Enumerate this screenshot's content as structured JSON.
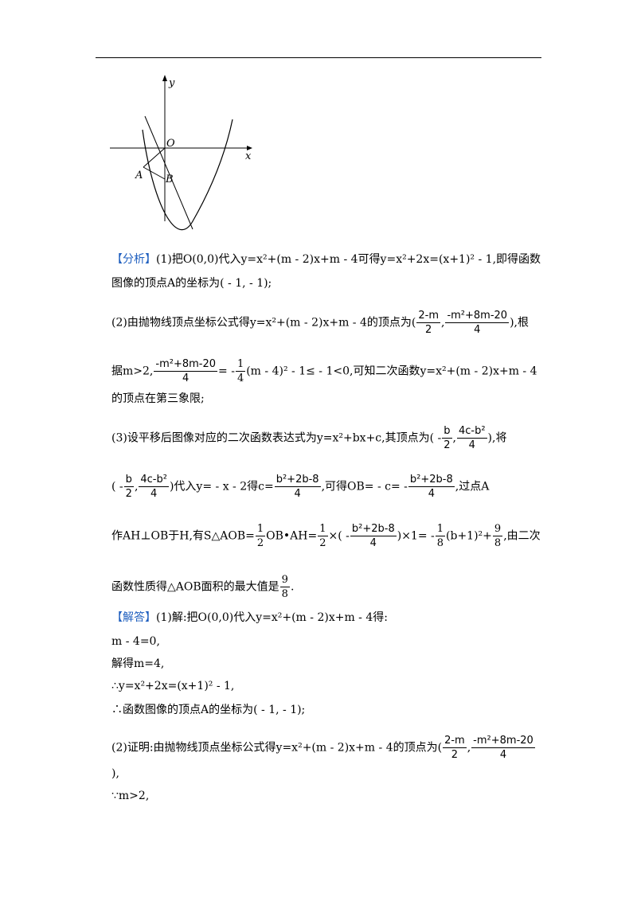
{
  "graph": {
    "label_y": "y",
    "label_x": "x",
    "label_o": "O",
    "label_a": "A",
    "label_b": "B"
  },
  "analysis": {
    "tag": "【分析】",
    "l1": "(1)把O(0,0)代入y=x²+(m - 2)x+m - 4可得y=x²+2x=(x+1)² - 1,即得函数",
    "l2": "图像的顶点A的坐标为( - 1, - 1);",
    "l3_pre": "(2)由抛物线顶点坐标公式得y=x²+(m - 2)x+m - 4的顶点为(",
    "l3_post": "),根",
    "l4_pre": "据m>2,",
    "l4_mid": "= -",
    "l4_post": "(m - 4)² - 1≤ - 1<0,可知二次函数y=x²+(m - 2)x+m - 4",
    "l5": "的顶点在第三象限;",
    "l6_pre": "(3)设平移后图像对应的二次函数表达式为y=x²+bx+c,其顶点为( -",
    "l6_post": "),将",
    "l7_pre": "( -",
    "l7_mid1": ")代入y= - x - 2得c=",
    "l7_mid2": ",可得OB= - c= -",
    "l7_post": ",过点A",
    "l8_pre": "作AH⊥OB于H,有S△AOB=",
    "l8_mid1": "OB•AH=",
    "l8_mid2": "×( -",
    "l8_mid3": ")×1= -",
    "l8_mid4": "(b+1)²+",
    "l8_post": ",由二次",
    "l9_pre": "函数性质得△AOB面积的最大值是",
    "l9_post": "."
  },
  "answer": {
    "tag": "【解答】",
    "l1": "(1)解:把O(0,0)代入y=x²+(m - 2)x+m - 4得:",
    "l2": "m - 4=0,",
    "l3": "解得m=4,",
    "l4": "∴y=x²+2x=(x+1)² - 1,",
    "l5": "∴函数图像的顶点A的坐标为( - 1, - 1);",
    "l6_pre": "(2)证明:由抛物线顶点坐标公式得y=x²+(m - 2)x+m - 4的顶点为(",
    "l7": "),",
    "l8": "∵m>2,"
  },
  "fracs": {
    "v_x_num": "2-m",
    "v_x_den": "2",
    "v_y_num": "-m²+8m-20",
    "v_y_den": "4",
    "quarter_num": "1",
    "quarter_den": "4",
    "b2_num": "b",
    "b2_den": "2",
    "c_num": "4c-b²",
    "c_den": "4",
    "bb_num": "b²+2b-8",
    "bb_den": "4",
    "half_num": "1",
    "half_den": "2",
    "eighth_num": "1",
    "eighth_den": "8",
    "nine_num": "9",
    "nine_den": "8"
  }
}
